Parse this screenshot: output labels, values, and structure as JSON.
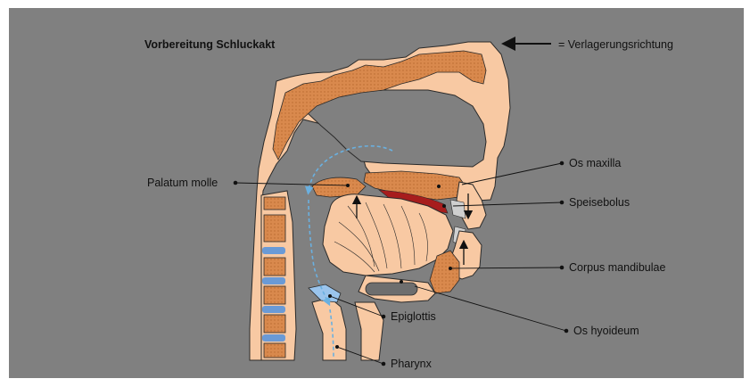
{
  "title": "Vorbereitung Schluckakt",
  "legend": {
    "arrow_icon": "left-arrow-icon",
    "text": "= Verlagerungsrichtung"
  },
  "labels": {
    "palatum_molle": "Palatum molle",
    "os_maxilla": "Os maxilla",
    "speisebolus": "Speisebolus",
    "corpus_mandibulae": "Corpus mandibulae",
    "epiglottis": "Epiglottis",
    "os_hyoideum": "Os hyoideum",
    "pharynx": "Pharynx"
  },
  "colors": {
    "background": "#808080",
    "tissue": "#f8c9a3",
    "bone": "#d9894d",
    "vertebra": "#6a9ad6",
    "bolus": "#a71d1d",
    "hyoid": "#6e6e6e",
    "airflow": "#6ab0e0"
  }
}
